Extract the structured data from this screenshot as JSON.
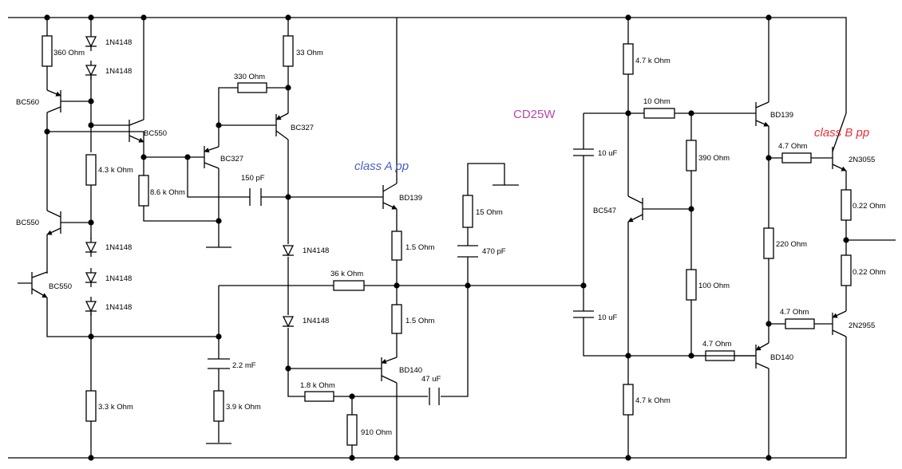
{
  "title": "CD25W",
  "notes": {
    "class_a": "class A pp",
    "class_b": "class B pp"
  },
  "colors": {
    "title": "#b04aa8",
    "class_a": "#4b5fc7",
    "class_b": "#e8303a",
    "wire": "#000000"
  },
  "labels": {
    "r360": "360  Ohm",
    "d1": "1N4148",
    "d2": "1N4148",
    "q_bc560": "BC560",
    "q_bc550_top": "BC550",
    "r4k3": "4.3 k Ohm",
    "q_bc550_mid": "BC550",
    "d3": "1N4148",
    "d4": "1N4148",
    "d5": "1N4148",
    "q_bc550_in": "BC550",
    "r3k3": "3.3 k Ohm",
    "r8k6": "8.6 k Ohm",
    "q_bc327_a": "BC327",
    "r330": "330  Ohm",
    "r33": "33  Ohm",
    "q_bc327_b": "BC327",
    "c150p": "150 pF",
    "c2m2": "2.2 mF",
    "r3k9": "3.9 k Ohm",
    "d6": "1N4148",
    "d7": "1N4148",
    "r36k": "36 k Ohm",
    "q_bd139_a": "BD139",
    "r1r5_a": "1.5  Ohm",
    "r1r5_b": "1.5  Ohm",
    "q_bd140_a": "BD140",
    "r1k8": "1.8 k Ohm",
    "r910": "910  Ohm",
    "c47u": "47 uF",
    "r15": "15  Ohm",
    "c470p": "470 pF",
    "c10u_a": "10 uF",
    "c10u_b": "10 uF",
    "r4k7_a": "4.7 k Ohm",
    "r10": "10  Ohm",
    "r390": "390  Ohm",
    "q_bc547": "BC547",
    "r100": "100  Ohm",
    "r4k7_b": "4.7 k Ohm",
    "q_bd139_b": "BD139",
    "r220": "220  Ohm",
    "r4r7_a": "4.7  Ohm",
    "r4r7_b": "4.7  Ohm",
    "r4r7_c": "4.7  Ohm",
    "q_bd140_b": "BD140",
    "q_2n3055": "2N3055",
    "q_2n2955": "2N2955",
    "r0r22_a": "0.22  Ohm",
    "r0r22_b": "0.22  Ohm"
  }
}
